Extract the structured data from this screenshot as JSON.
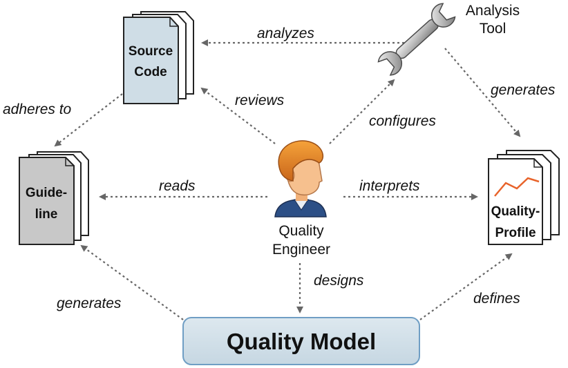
{
  "nodes": {
    "source_code": {
      "line1": "Source",
      "line2": "Code"
    },
    "guideline": {
      "line1": "Guide-",
      "line2": "line"
    },
    "analysis_tool": {
      "line1": "Analysis",
      "line2": "Tool"
    },
    "quality_profile": {
      "line1": "Quality-",
      "line2": "Profile"
    },
    "quality_engineer": {
      "line1": "Quality",
      "line2": "Engineer"
    },
    "quality_model": {
      "label": "Quality Model"
    }
  },
  "edges": {
    "analyzes": "analyzes",
    "reviews": "reviews",
    "adheres_to": "adheres to",
    "configures": "configures",
    "generates_profile": "generates",
    "reads": "reads",
    "interprets": "interprets",
    "designs": "designs",
    "generates_guideline": "generates",
    "defines": "defines"
  },
  "colors": {
    "doc_source": "#cfdde6",
    "doc_guideline": "#c8c8c8",
    "doc_profile": "#ffffff",
    "model_fill": "#cfdde6",
    "model_border": "#6f9ec4",
    "edge": "#666666",
    "profile_line": "#e8632a"
  },
  "icons": [
    "wrench-icon",
    "engineer-icon",
    "document-icon"
  ]
}
